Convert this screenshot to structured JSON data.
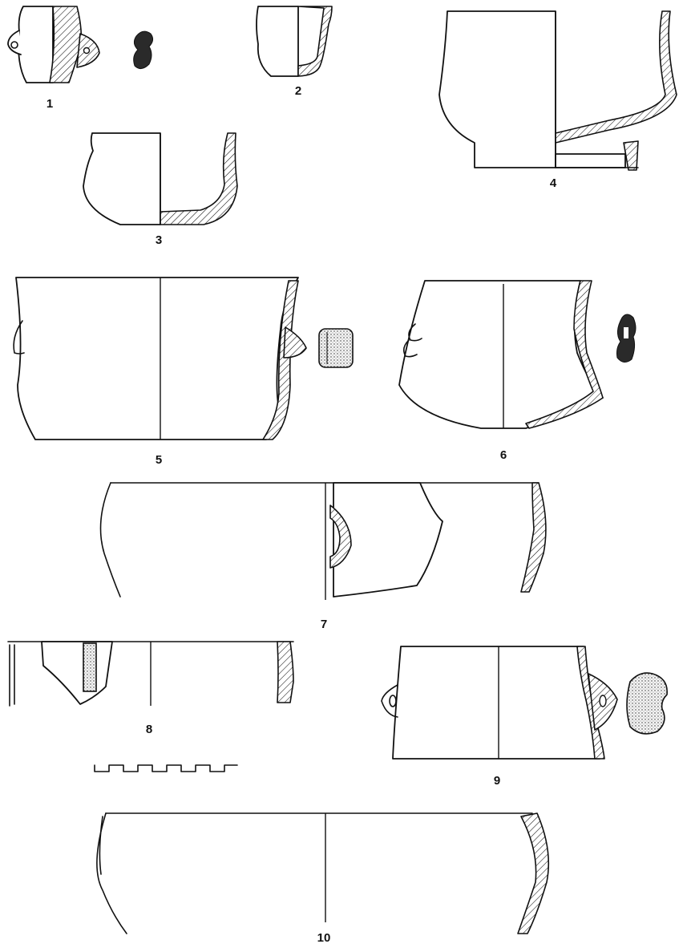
{
  "figure": {
    "labels": [
      "1",
      "2",
      "3",
      "4",
      "5",
      "6",
      "7",
      "8",
      "9",
      "10"
    ],
    "scale_bar_segments": 10
  },
  "colors": {
    "ink": "#111111",
    "paper": "#ffffff"
  }
}
